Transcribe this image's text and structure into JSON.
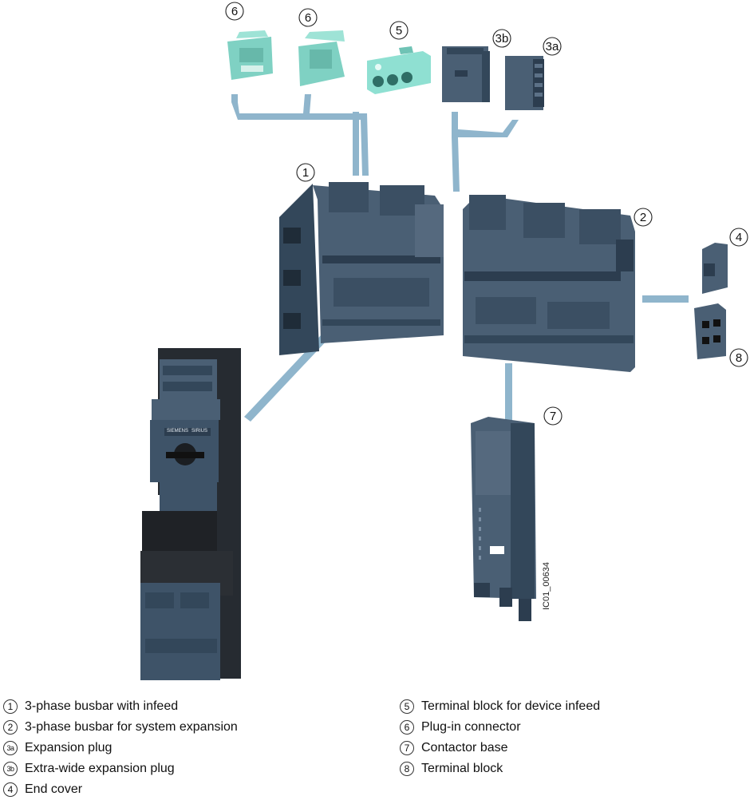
{
  "figure_id": "IC01_00634",
  "callouts": {
    "c1": "1",
    "c2": "2",
    "c3a": "3a",
    "c3b": "3b",
    "c4": "4",
    "c5": "5",
    "c6a": "6",
    "c6b": "6",
    "c7": "7",
    "c8": "8"
  },
  "device_labels": {
    "brand": "SIEMENS",
    "series": "SIRIUS"
  },
  "legend": {
    "left": [
      {
        "num": "1",
        "label": "3-phase busbar with infeed"
      },
      {
        "num": "2",
        "label": "3-phase busbar for system expansion"
      },
      {
        "num": "3a",
        "label": "Expansion plug"
      },
      {
        "num": "3b",
        "label": "Extra-wide expansion plug"
      },
      {
        "num": "4",
        "label": "End cover"
      }
    ],
    "right": [
      {
        "num": "5",
        "label": "Terminal block for device infeed"
      },
      {
        "num": "6",
        "label": "Plug-in connector"
      },
      {
        "num": "7",
        "label": "Contactor base"
      },
      {
        "num": "8",
        "label": "Terminal block"
      }
    ]
  },
  "colors": {
    "component_body": "#3f556b",
    "component_dark": "#2c3d4f",
    "connector_teal": "#7fd1c3",
    "guide_line": "#8fb5cc"
  }
}
